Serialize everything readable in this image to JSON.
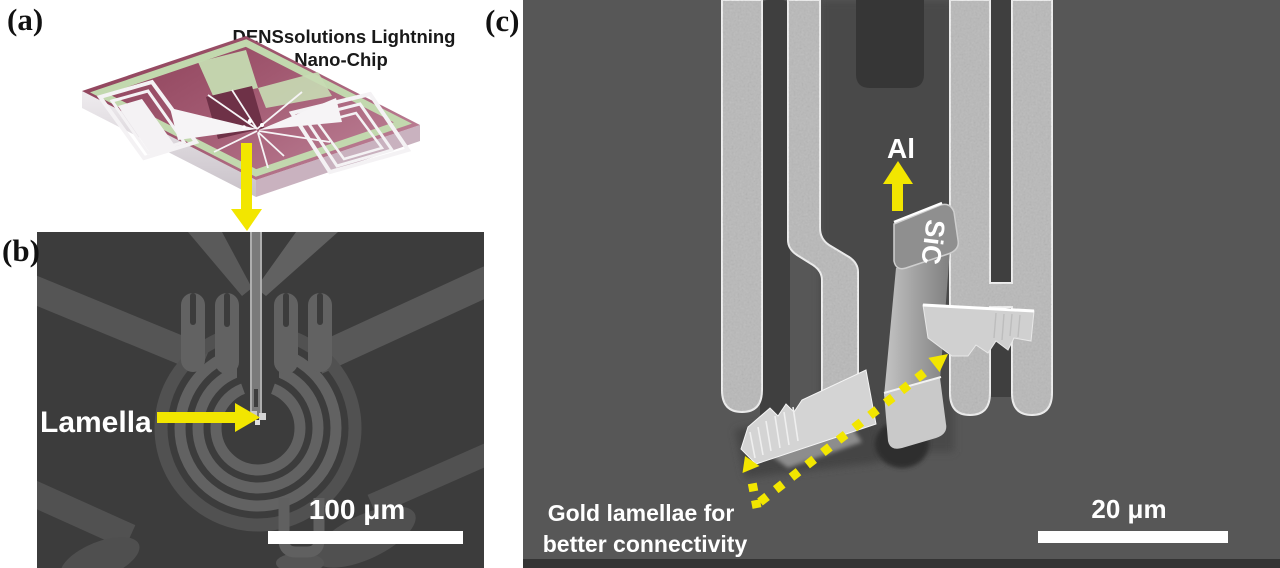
{
  "panels": {
    "a": {
      "label": "(a)",
      "title_line1": "DENSsolutions Lightning",
      "title_line2": "Nano-Chip"
    },
    "b": {
      "label": "(b)",
      "lamella_annotation": "Lamella",
      "scale_bar_text": "100 μm"
    },
    "c": {
      "label": "(c)",
      "al_annotation": "Al",
      "sic_annotation": "SiC",
      "gold_annotation_line1": "Gold lamellae for",
      "gold_annotation_line2": "better connectivity",
      "scale_bar_text": "20 μm"
    }
  },
  "colors": {
    "annotation_yellow": "#f2e600",
    "sem_background_b": "#3c3c3c",
    "sem_background_c": "#575757",
    "electrode_gray": "#b9b9b9",
    "chip_maroon": "#9b4f66",
    "chip_green": "#c2d8ae",
    "annotation_white": "#ffffff"
  }
}
